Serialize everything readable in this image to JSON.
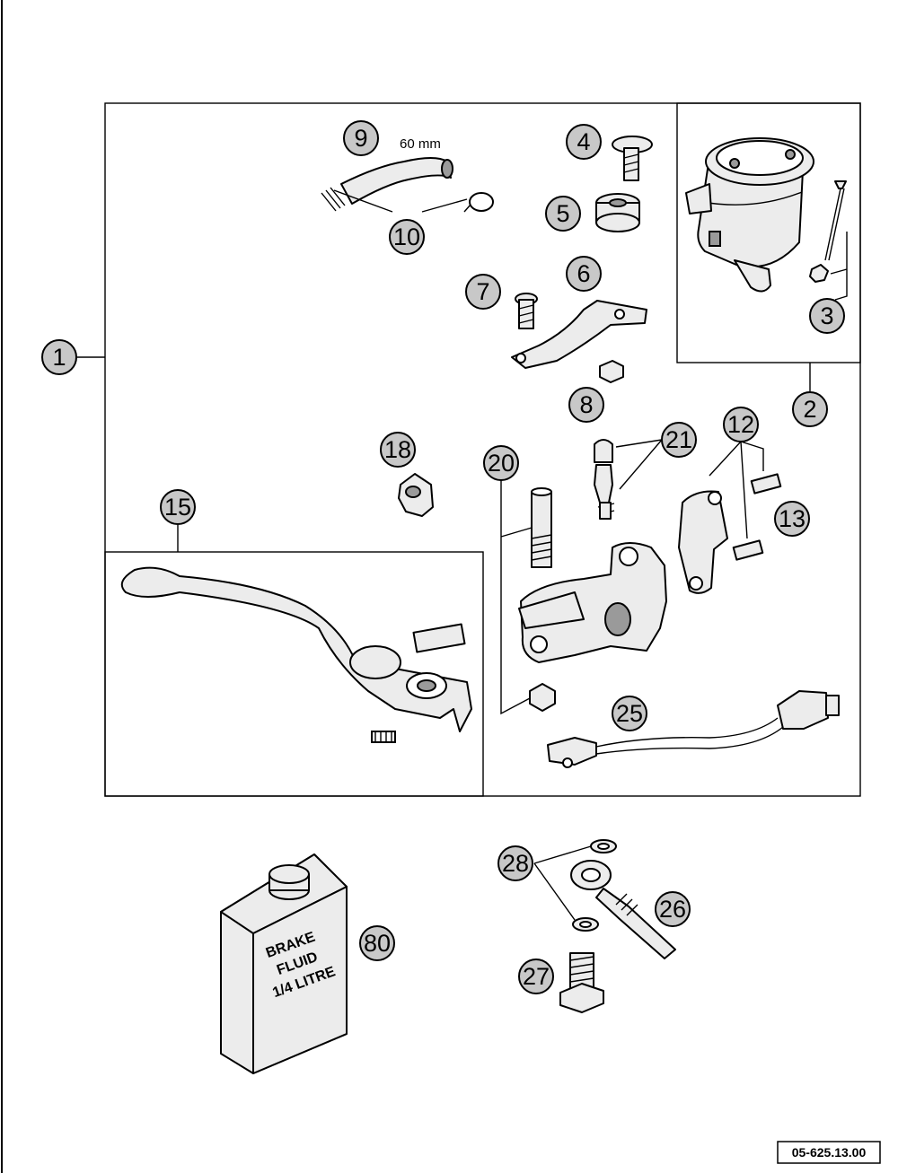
{
  "dimension_label": "60 mm",
  "bottle_label": [
    "BRAKE",
    "FLUID",
    "1/4 LITRE"
  ],
  "drawing_number": "05-625.13.00",
  "callouts": [
    "1",
    "2",
    "3",
    "4",
    "5",
    "6",
    "7",
    "8",
    "9",
    "10",
    "12",
    "13",
    "15",
    "18",
    "20",
    "21",
    "25",
    "26",
    "27",
    "28",
    "80"
  ]
}
